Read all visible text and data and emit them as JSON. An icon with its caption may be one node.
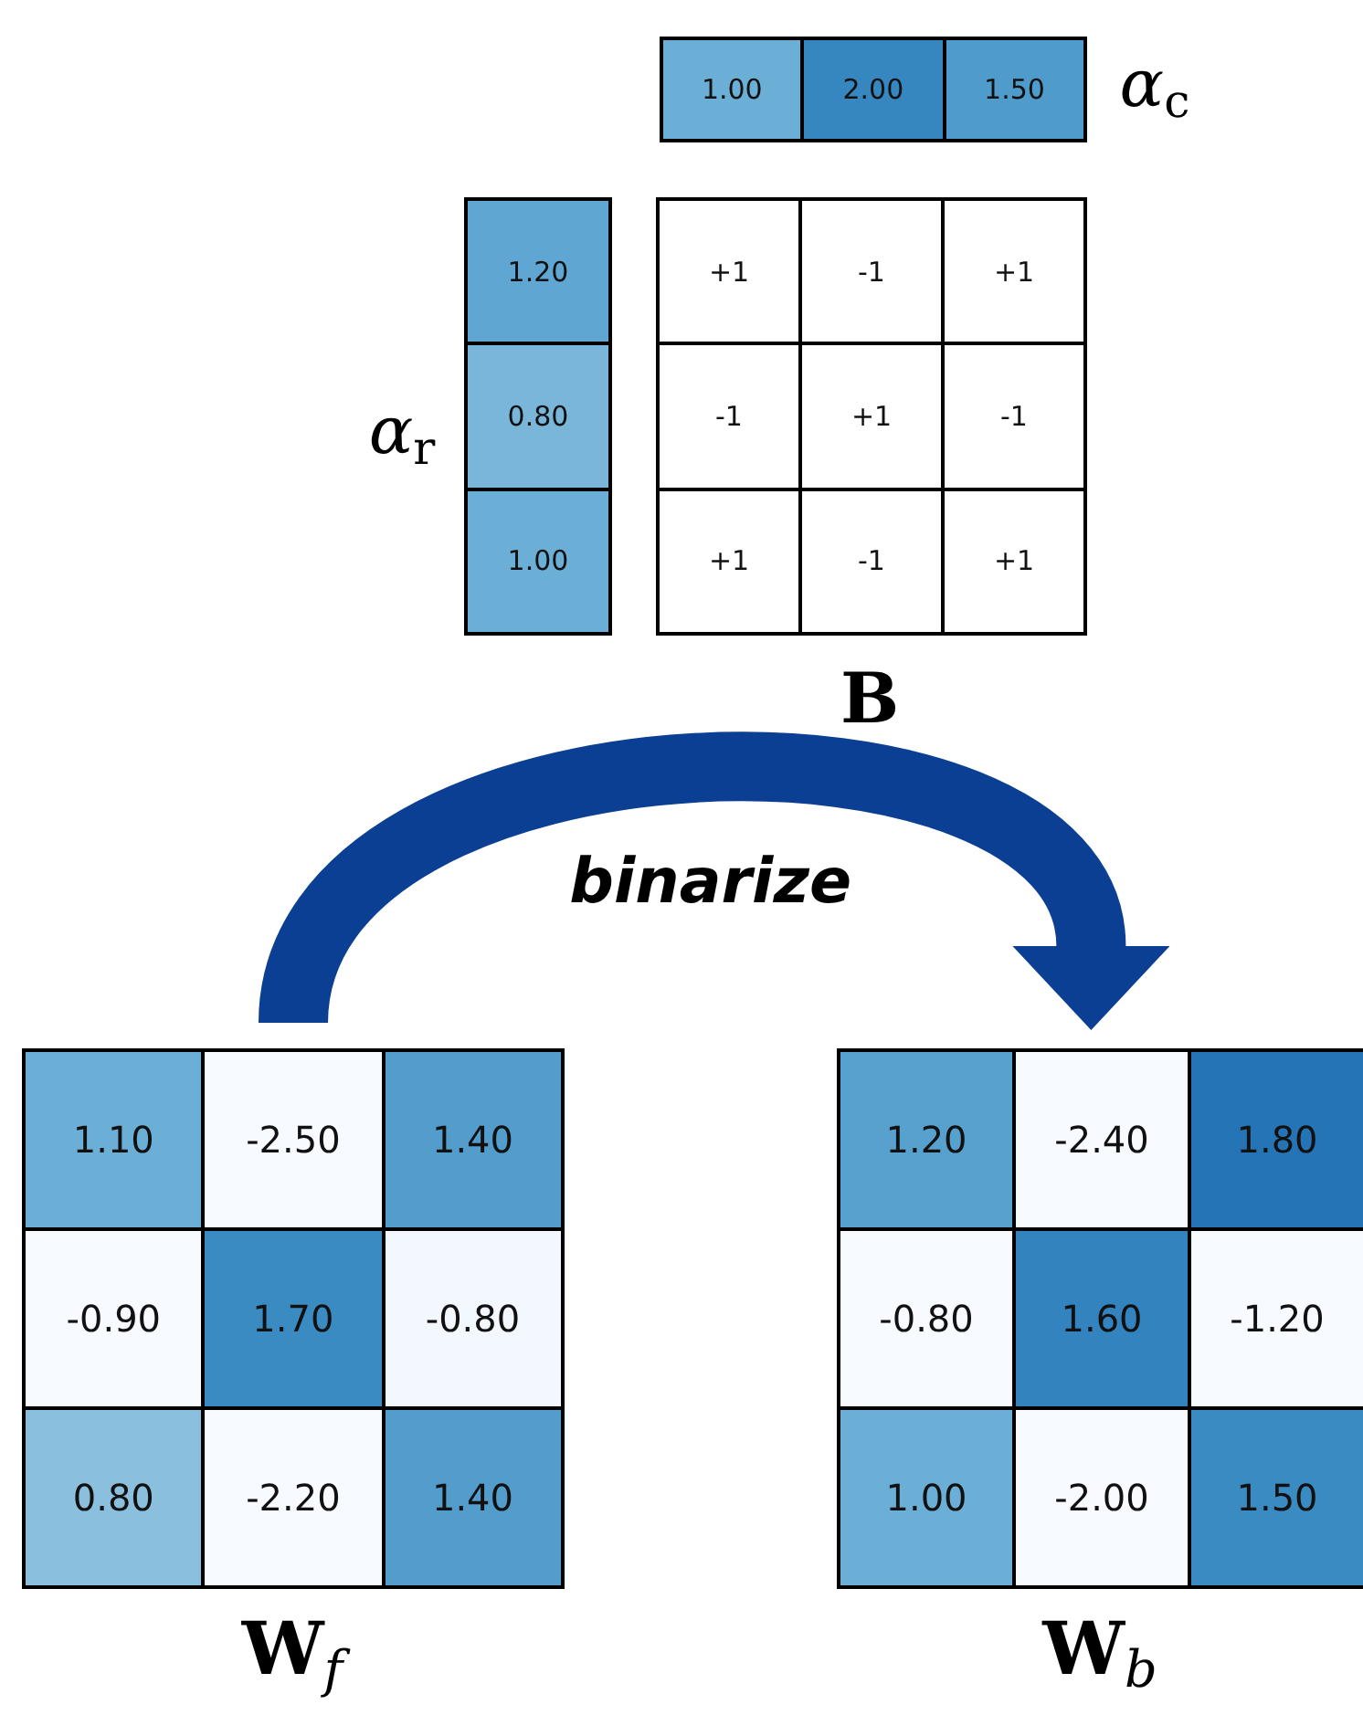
{
  "diagram": {
    "nodes": [
      {
        "text": [
          "1.00",
          "2.00",
          "1.50"
        ],
        "beside": [
          "*α*$_{c}$"
        ]
      },
      {
        "text": [
          "1.20",
          "0.80",
          "1.00"
        ],
        "beside": [
          "*α*$_{r}$"
        ]
      },
      {
        "text": [
          "+1",
          "-1",
          "+1",
          "-1",
          "+1",
          "-1",
          "+1",
          "-1",
          "+1"
        ],
        "beside": [
          "B"
        ]
      },
      {
        "text": [
          "1.10",
          "-2.50",
          "1.40",
          "-0.90",
          "1.70",
          "-0.80",
          "0.80",
          "-2.20",
          "1.40"
        ],
        "beside": [
          "**W**$_{f}$"
        ]
      },
      {
        "text": [
          "1.20",
          "-2.40",
          "1.80",
          "-0.80",
          "1.60",
          "-1.20",
          "1.00",
          "-2.00",
          "1.50"
        ],
        "beside": [
          "**W**$_{b}$"
        ]
      }
    ],
    "edges": [
      {
        "from": 3,
        "to": 4,
        "arrow": "to",
        "label": "binarize"
      }
    ]
  }
}
